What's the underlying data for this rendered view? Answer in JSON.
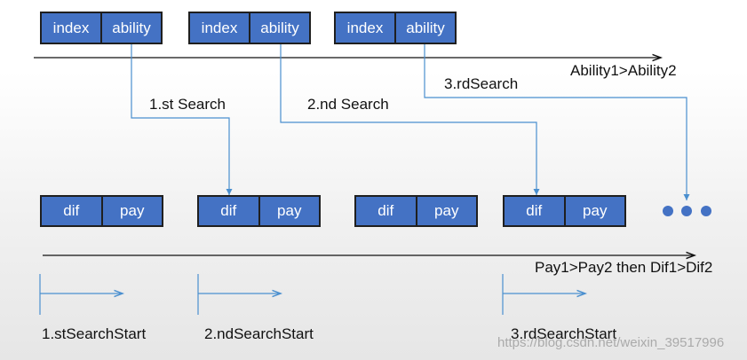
{
  "colors": {
    "box_fill": "#4472c4",
    "box_border": "#1f1f1f",
    "arrow_blue": "#4a8fcf",
    "axis": "#111111"
  },
  "top_blocks": [
    {
      "left": "index",
      "right": "ability"
    },
    {
      "left": "index",
      "right": "ability"
    },
    {
      "left": "index",
      "right": "ability"
    }
  ],
  "bottom_blocks": [
    {
      "left": "dif",
      "right": "pay"
    },
    {
      "left": "dif",
      "right": "pay"
    },
    {
      "left": "dif",
      "right": "pay"
    },
    {
      "left": "dif",
      "right": "pay"
    }
  ],
  "labels": {
    "top_axis": "Ability1>Ability2",
    "bottom_axis": "Pay1>Pay2 then Dif1>Dif2",
    "search1": "1.st Search",
    "search2": "2.nd Search",
    "search3": "3.rdSearch",
    "start1": "1.stSearchStart",
    "start2": "2.ndSearchStart",
    "start3": "3.rdSearchStart"
  },
  "watermark": "https://blog.csdn.net/weixin_39517996"
}
